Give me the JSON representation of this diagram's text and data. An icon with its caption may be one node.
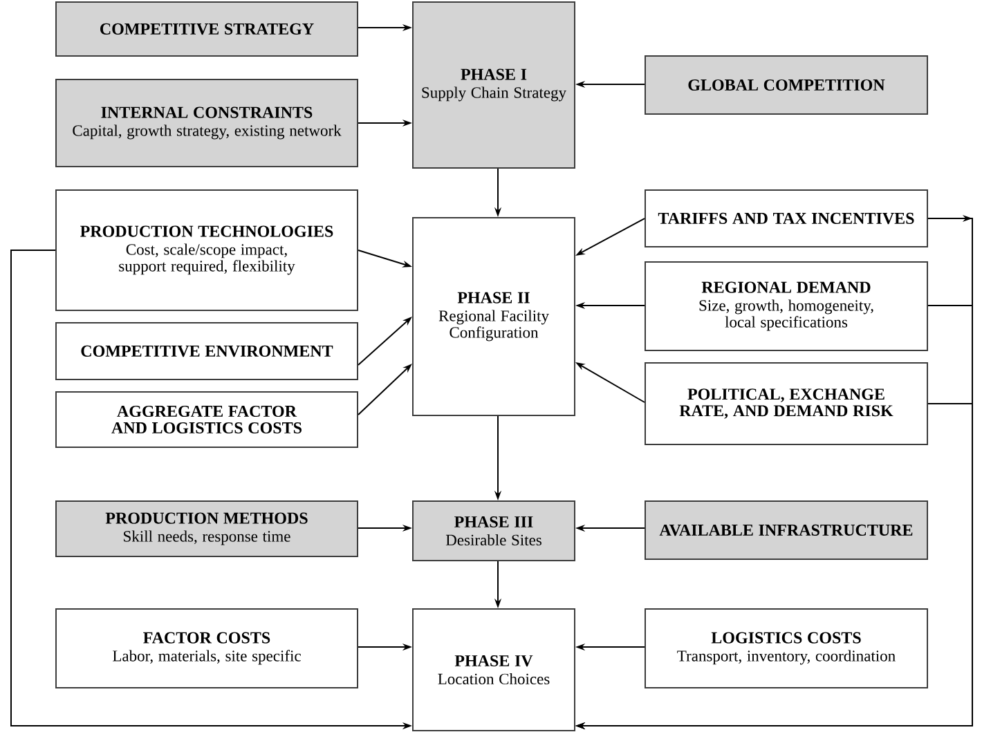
{
  "diagram": {
    "nodes": [
      {
        "text": [
          "COMPETITIVE STRATEGY"
        ]
      },
      {
        "text": [
          "PHASE I",
          "Supply Chain Strategy"
        ]
      },
      {
        "text": [
          "GLOBAL COMPETITION"
        ]
      },
      {
        "text": [
          "INTERNAL CONSTRAINTS",
          "Capital, growth strategy, existing network"
        ]
      },
      {
        "text": [
          "PRODUCTION TECHNOLOGIES",
          "Cost, scale/scope impact, support required, flexibility"
        ]
      },
      {
        "text": [
          "PHASE II",
          "Regional Facility Configuration"
        ]
      },
      {
        "text": [
          "TARIFFS AND TAX INCENTIVES"
        ]
      },
      {
        "text": [
          "COMPETITIVE ENVIRONMENT"
        ]
      },
      {
        "text": [
          "REGIONAL DEMAND",
          "Size, growth, homogeneity, local specifications"
        ]
      },
      {
        "text": [
          "AGGREGATE FACTOR AND LOGISTICS COSTS"
        ]
      },
      {
        "text": [
          "POLITICAL, EXCHANGE RATE, AND DEMAND RISK"
        ]
      },
      {
        "text": [
          "PRODUCTION METHODS",
          "Skill needs, response time"
        ]
      },
      {
        "text": [
          "PHASE III",
          "Desirable Sites"
        ]
      },
      {
        "text": [
          "AVAILABLE INFRASTRUCTURE"
        ]
      },
      {
        "text": [
          "FACTOR COSTS",
          "Labor, materials, site specific"
        ]
      },
      {
        "text": [
          "PHASE IV",
          "Location Choices"
        ]
      },
      {
        "text": [
          "LOGISTICS COSTS",
          "Transport, inventory, coordination"
        ]
      }
    ],
    "edges": [
      {
        "from": 0,
        "to": 1,
        "arrow": "to"
      },
      {
        "from": 3,
        "to": 1,
        "arrow": "to"
      },
      {
        "from": 2,
        "to": 1,
        "arrow": "to"
      },
      {
        "from": 1,
        "to": 5,
        "arrow": "to"
      },
      {
        "from": 4,
        "to": 5,
        "arrow": "to"
      },
      {
        "from": 7,
        "to": 5,
        "arrow": "to"
      },
      {
        "from": 9,
        "to": 5,
        "arrow": "to"
      },
      {
        "from": 6,
        "to": 5,
        "arrow": "to"
      },
      {
        "from": 8,
        "to": 5,
        "arrow": "to"
      },
      {
        "from": 10,
        "to": 5,
        "arrow": "to"
      },
      {
        "from": 5,
        "to": 12,
        "arrow": "to"
      },
      {
        "from": 11,
        "to": 12,
        "arrow": "to"
      },
      {
        "from": 13,
        "to": 12,
        "arrow": "to"
      },
      {
        "from": 12,
        "to": 15,
        "arrow": "to"
      },
      {
        "from": 14,
        "to": 15,
        "arrow": "to"
      },
      {
        "from": 16,
        "to": 15,
        "arrow": "to"
      },
      {
        "from": 4,
        "to": 15,
        "arrow": "to"
      },
      {
        "from": 6,
        "to": 15,
        "arrow": "to"
      },
      {
        "from": 8,
        "to": 15,
        "arrow": "to"
      },
      {
        "from": 10,
        "to": 15,
        "arrow": "to"
      }
    ]
  }
}
